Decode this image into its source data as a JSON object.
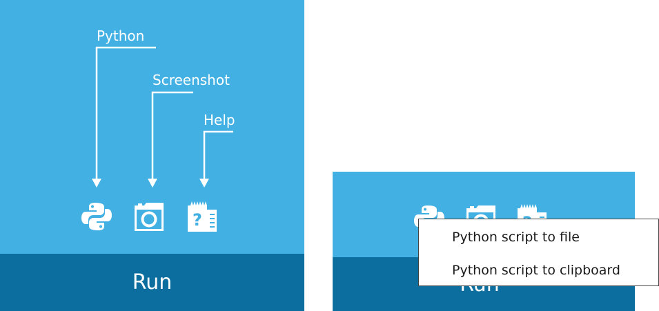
{
  "colors": {
    "panel_light": "#42B0E2",
    "panel_dark": "#0B6E9E",
    "text_light": "#FFFFFF",
    "menu_bg": "#FFFFFF",
    "menu_border": "#444444"
  },
  "left_panel": {
    "run_label": "Run",
    "toolbar": [
      {
        "icon": "python-icon",
        "callout": "Python"
      },
      {
        "icon": "camera-icon",
        "callout": "Screenshot"
      },
      {
        "icon": "help-icon",
        "callout": "Help"
      }
    ]
  },
  "right_panel": {
    "run_label": "Run",
    "toolbar": [
      {
        "icon": "python-icon"
      },
      {
        "icon": "camera-icon"
      },
      {
        "icon": "help-icon"
      }
    ],
    "context_menu": {
      "items": [
        "Python script to file",
        "Python script to clipboard"
      ]
    }
  }
}
